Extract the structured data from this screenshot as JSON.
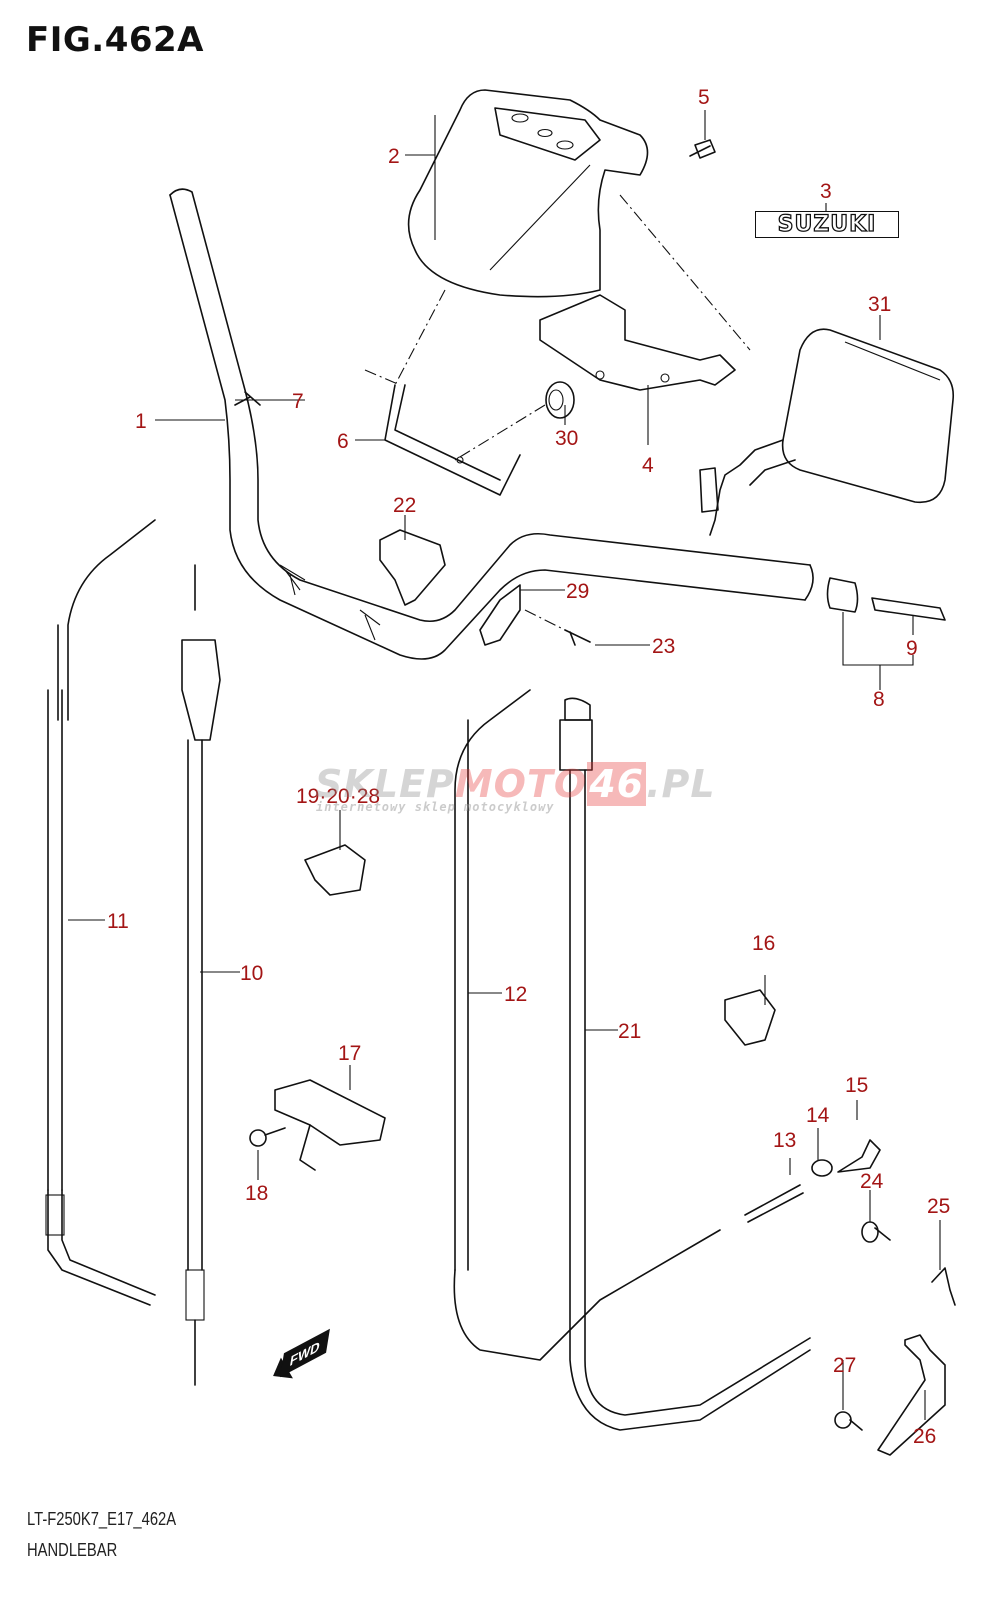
{
  "figure": {
    "title": "FIG.462A",
    "model_code": "LT-F250K7_E17_462A",
    "section_name": "HANDLEBAR",
    "label_color": "#a31515"
  },
  "watermark": {
    "part1": "SKLEP",
    "part2": "MOTO",
    "part3": "46",
    "part4": ".PL",
    "subtitle": "internetowy sklep motocyklowy"
  },
  "logo": {
    "text": "SUZUKI"
  },
  "direction_indicator": {
    "text": "FWD"
  },
  "callouts": [
    {
      "id": "1",
      "text": "1"
    },
    {
      "id": "2",
      "text": "2"
    },
    {
      "id": "3",
      "text": "3"
    },
    {
      "id": "4",
      "text": "4"
    },
    {
      "id": "5",
      "text": "5"
    },
    {
      "id": "6",
      "text": "6"
    },
    {
      "id": "7",
      "text": "7"
    },
    {
      "id": "8",
      "text": "8"
    },
    {
      "id": "9",
      "text": "9"
    },
    {
      "id": "10",
      "text": "10"
    },
    {
      "id": "11",
      "text": "11"
    },
    {
      "id": "12",
      "text": "12"
    },
    {
      "id": "13",
      "text": "13"
    },
    {
      "id": "14",
      "text": "14"
    },
    {
      "id": "15",
      "text": "15"
    },
    {
      "id": "16",
      "text": "16"
    },
    {
      "id": "17",
      "text": "17"
    },
    {
      "id": "18",
      "text": "18"
    },
    {
      "id": "19-20-28",
      "text": "19·20·28"
    },
    {
      "id": "21",
      "text": "21"
    },
    {
      "id": "22",
      "text": "22"
    },
    {
      "id": "23",
      "text": "23"
    },
    {
      "id": "24",
      "text": "24"
    },
    {
      "id": "25",
      "text": "25"
    },
    {
      "id": "26",
      "text": "26"
    },
    {
      "id": "27",
      "text": "27"
    },
    {
      "id": "29",
      "text": "29"
    },
    {
      "id": "30",
      "text": "30"
    },
    {
      "id": "31",
      "text": "31"
    }
  ]
}
